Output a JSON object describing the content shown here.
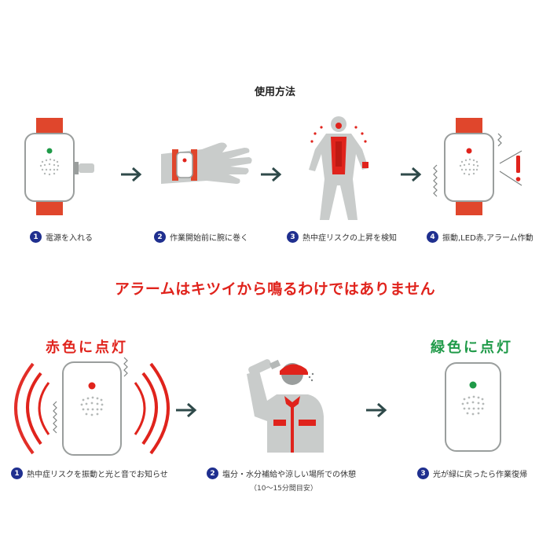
{
  "usage": {
    "title": "使用方法",
    "steps": [
      {
        "num": "1",
        "text": "電源を入れる"
      },
      {
        "num": "2",
        "text": "作業開始前に腕に巻く"
      },
      {
        "num": "3",
        "text": "熱中症リスクの上昇を検知"
      },
      {
        "num": "4",
        "text": "振動,LED赤,アラーム作動"
      }
    ]
  },
  "headline": "アラームはキツイから鳴るわけではありません",
  "alarm": {
    "red_title": "赤色に点灯",
    "green_title": "緑色に点灯",
    "steps": [
      {
        "num": "1",
        "text": "熱中症リスクを振動と光と音でお知らせ"
      },
      {
        "num": "2",
        "text": "塩分・水分補給や涼しい場所での休憩"
      },
      {
        "num": "3",
        "text": "光が緑に戻ったら作業復帰"
      }
    ],
    "note": "（10〜15分間目安）"
  },
  "colors": {
    "red": "#e0231c",
    "green": "#1f9a48",
    "navy": "#1f2f8f",
    "gray": "#c9cccb",
    "arrow": "#2f4a4a"
  }
}
